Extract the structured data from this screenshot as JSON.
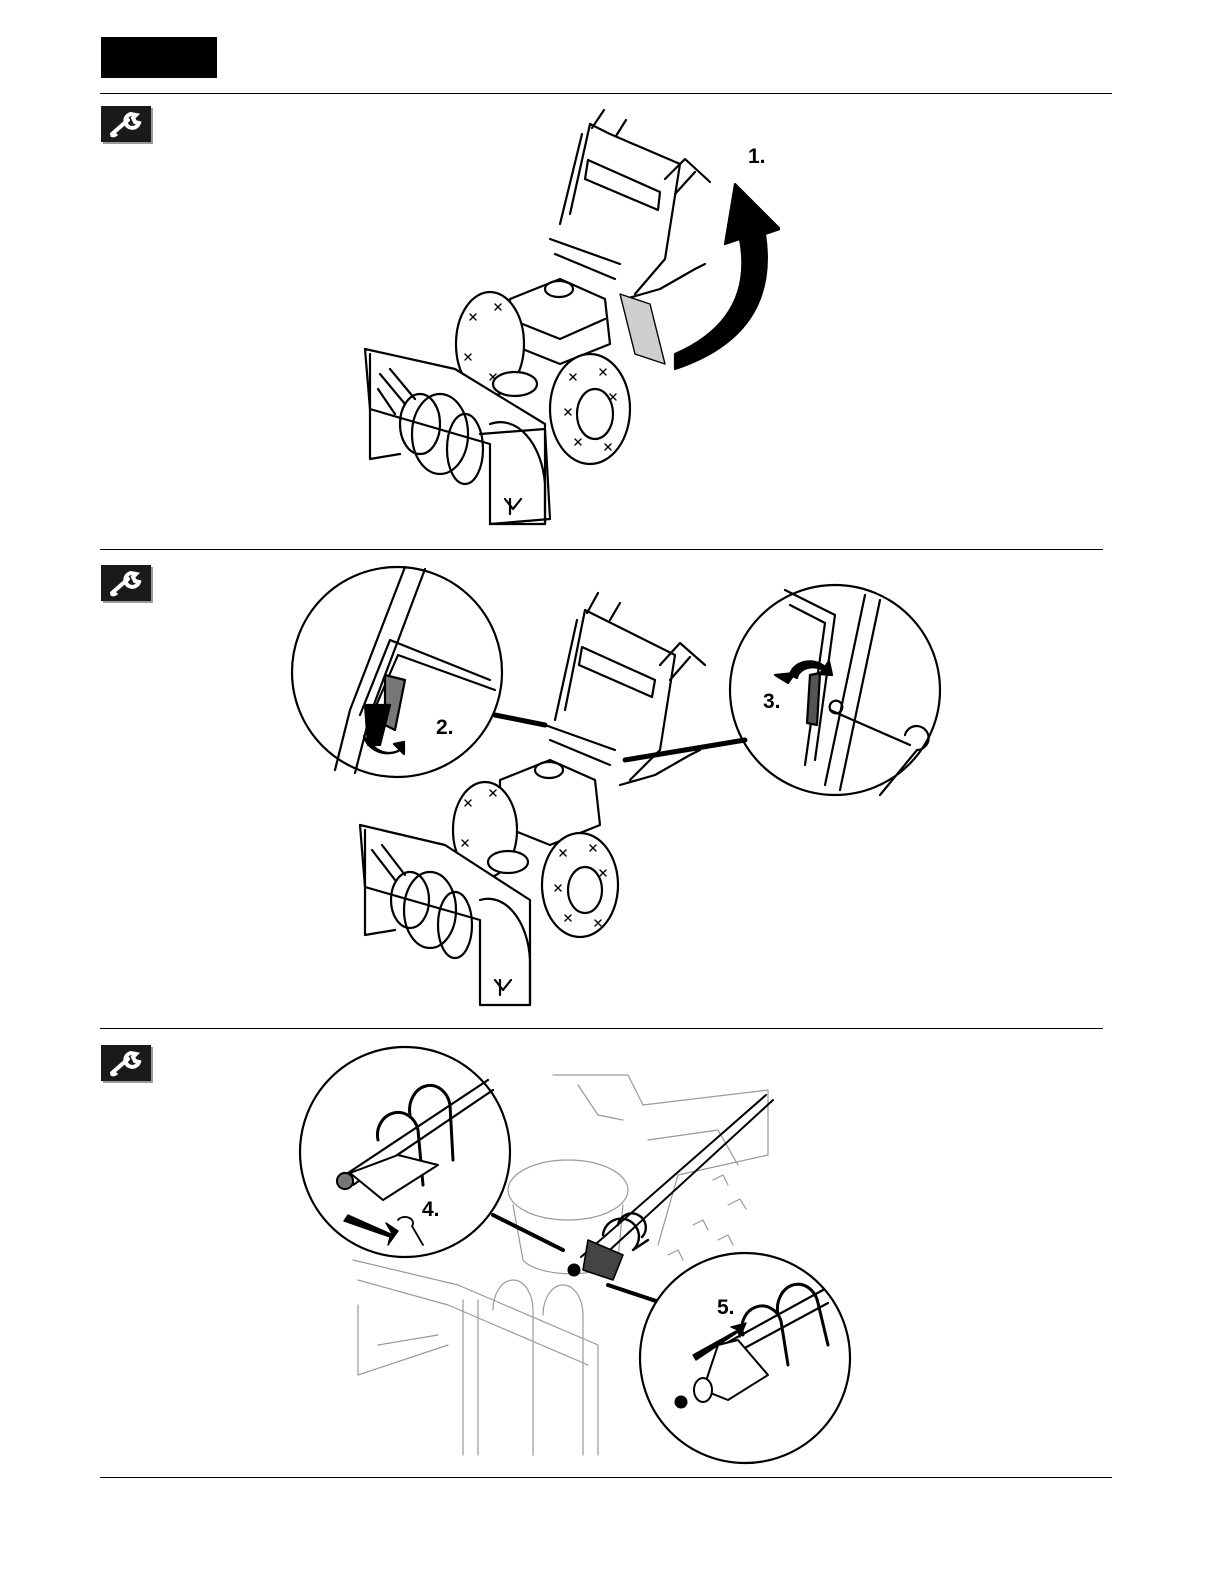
{
  "section_tab": {
    "color": "#000000"
  },
  "icons": [
    "wrench-icon",
    "wrench-icon",
    "wrench-icon"
  ],
  "steps": {
    "step1": "1.",
    "step2": "2.",
    "step3": "3.",
    "step4": "4.",
    "step5": "5."
  }
}
